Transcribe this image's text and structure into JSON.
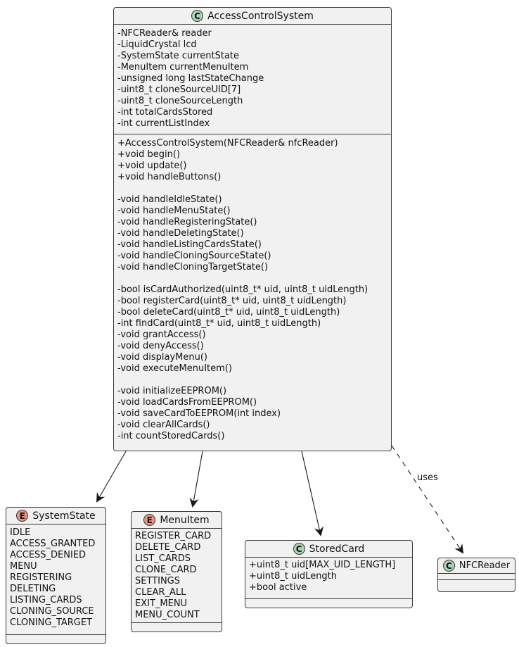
{
  "diagram": {
    "type": "uml-class-diagram",
    "classes": {
      "access_control_system": {
        "stereotype": "C",
        "name": "AccessControlSystem",
        "attributes": [
          "-NFCReader& reader",
          "-LiquidCrystal lcd",
          "-SystemState currentState",
          "-MenuItem currentMenuItem",
          "-unsigned long lastStateChange",
          "-uint8_t cloneSourceUID[7]",
          "-uint8_t cloneSourceLength",
          "-int totalCardsStored",
          "-int currentListIndex"
        ],
        "methods": [
          "+AccessControlSystem(NFCReader& nfcReader)",
          "+void begin()",
          "+void update()",
          "+void handleButtons()",
          "",
          "-void handleIdleState()",
          "-void handleMenuState()",
          "-void handleRegisteringState()",
          "-void handleDeletingState()",
          "-void handleListingCardsState()",
          "-void handleCloningSourceState()",
          "-void handleCloningTargetState()",
          "",
          "-bool isCardAuthorized(uint8_t* uid, uint8_t uidLength)",
          "-bool registerCard(uint8_t* uid, uint8_t uidLength)",
          "-bool deleteCard(uint8_t* uid, uint8_t uidLength)",
          "-int findCard(uint8_t* uid, uint8_t uidLength)",
          "-void grantAccess()",
          "-void denyAccess()",
          "-void displayMenu()",
          "-void executeMenuItem()",
          "",
          "-void initializeEEPROM()",
          "-void loadCardsFromEEPROM()",
          "-void saveCardToEEPROM(int index)",
          "-void clearAllCards()",
          "-int countStoredCards()"
        ]
      },
      "system_state": {
        "stereotype": "E",
        "name": "SystemState",
        "values": [
          "IDLE",
          "ACCESS_GRANTED",
          "ACCESS_DENIED",
          "MENU",
          "REGISTERING",
          "DELETING",
          "LISTING_CARDS",
          "CLONING_SOURCE",
          "CLONING_TARGET"
        ]
      },
      "menu_item": {
        "stereotype": "E",
        "name": "MenuItem",
        "values": [
          "REGISTER_CARD",
          "DELETE_CARD",
          "LIST_CARDS",
          "CLONE_CARD",
          "SETTINGS",
          "CLEAR_ALL",
          "EXIT_MENU",
          "MENU_COUNT"
        ]
      },
      "stored_card": {
        "stereotype": "C",
        "name": "StoredCard",
        "attributes": [
          "+uint8_t uid[MAX_UID_LENGTH]",
          "+uint8_t uidLength",
          "+bool active"
        ]
      },
      "nfc_reader": {
        "stereotype": "C",
        "name": "NFCReader"
      }
    },
    "edges": {
      "uses_label": "uses"
    },
    "colors": {
      "class_spot": "#ADD1B2",
      "enum_spot": "#EB937F",
      "box_fill": "#F1F1F1",
      "border": "#3b3b3b",
      "arrow": "#1a1a1a"
    }
  }
}
